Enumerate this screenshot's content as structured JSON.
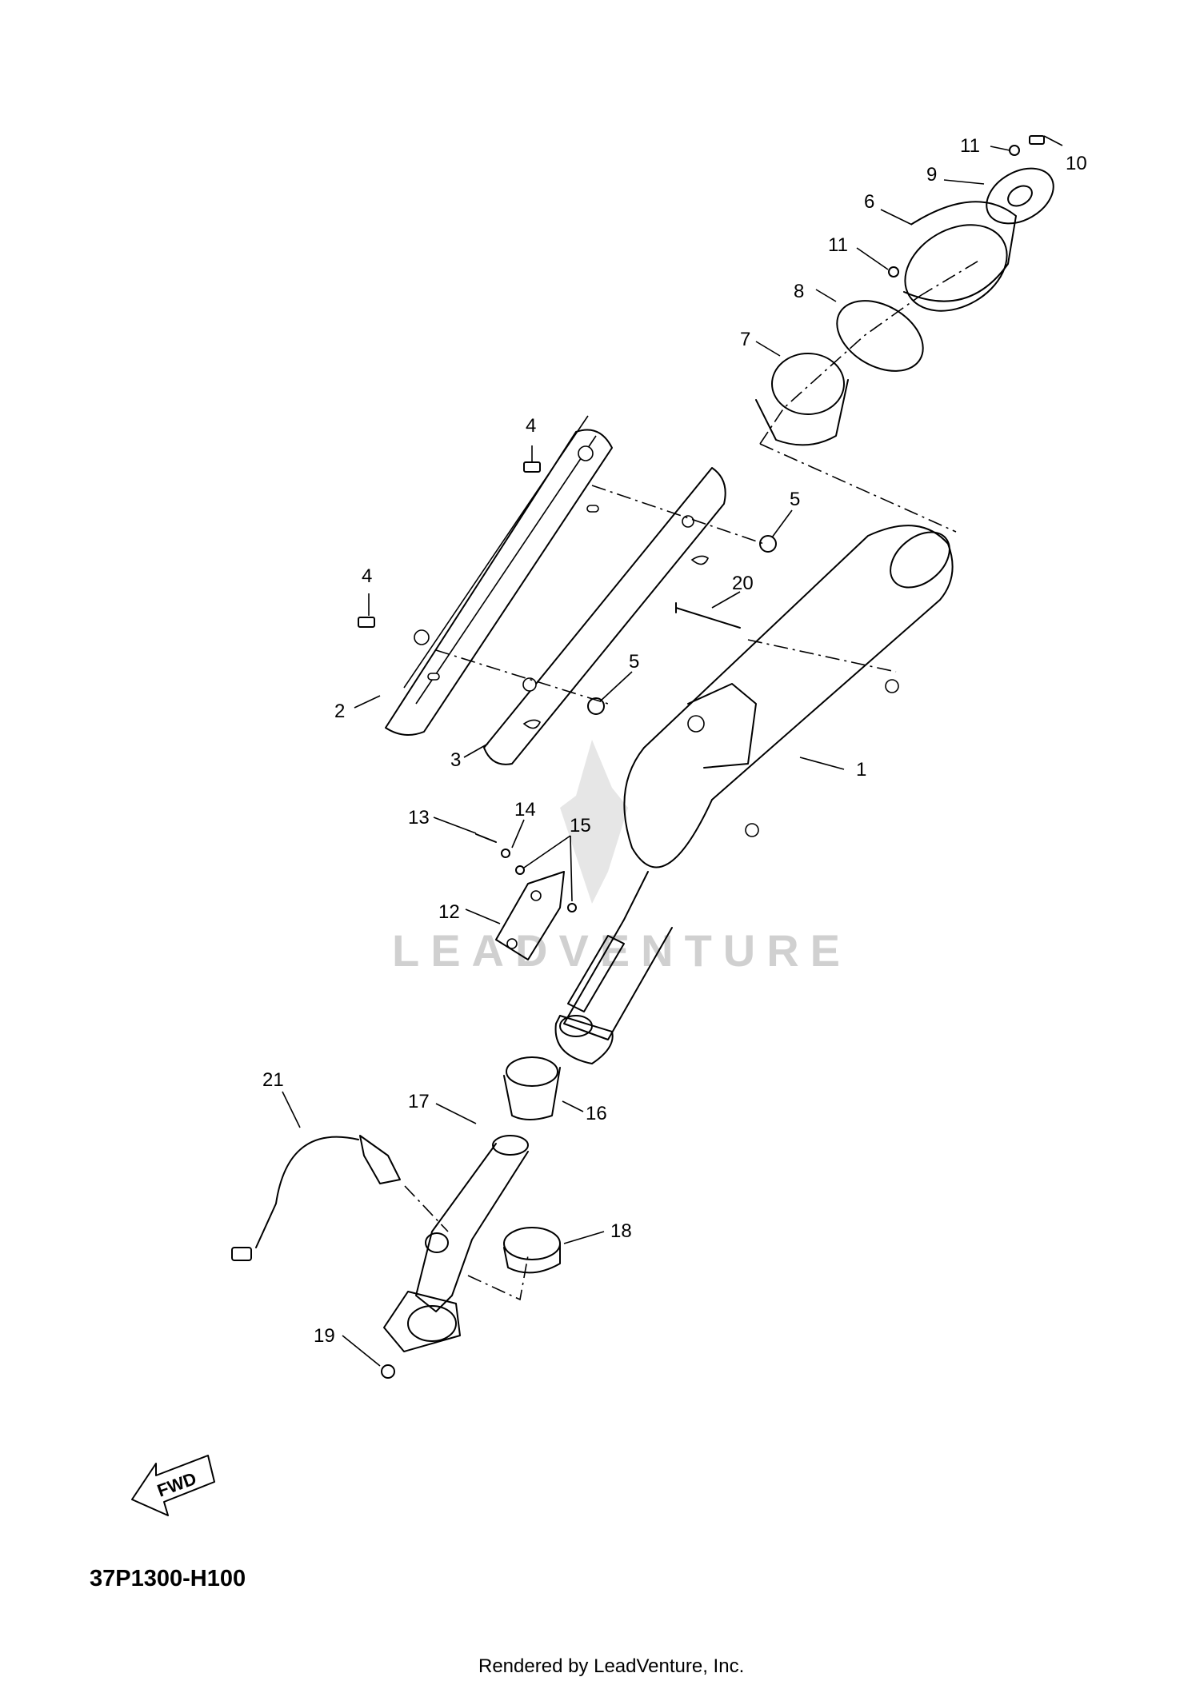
{
  "diagram": {
    "callouts": [
      {
        "id": "c1",
        "text": "1"
      },
      {
        "id": "c2",
        "text": "2"
      },
      {
        "id": "c3",
        "text": "3"
      },
      {
        "id": "c4a",
        "text": "4"
      },
      {
        "id": "c4b",
        "text": "4"
      },
      {
        "id": "c5a",
        "text": "5"
      },
      {
        "id": "c5b",
        "text": "5"
      },
      {
        "id": "c6",
        "text": "6"
      },
      {
        "id": "c7",
        "text": "7"
      },
      {
        "id": "c8",
        "text": "8"
      },
      {
        "id": "c9",
        "text": "9"
      },
      {
        "id": "c10",
        "text": "10"
      },
      {
        "id": "c11a",
        "text": "11"
      },
      {
        "id": "c11b",
        "text": "11"
      },
      {
        "id": "c12",
        "text": "12"
      },
      {
        "id": "c13",
        "text": "13"
      },
      {
        "id": "c14",
        "text": "14"
      },
      {
        "id": "c15",
        "text": "15"
      },
      {
        "id": "c16",
        "text": "16"
      },
      {
        "id": "c17",
        "text": "17"
      },
      {
        "id": "c18",
        "text": "18"
      },
      {
        "id": "c19",
        "text": "19"
      },
      {
        "id": "c20",
        "text": "20"
      },
      {
        "id": "c21",
        "text": "21"
      }
    ],
    "fwd_label": "FWD",
    "watermark": "LEADVENTURE",
    "diagram_code": "37P1300-H100",
    "footer": "Rendered by LeadVenture, Inc."
  }
}
